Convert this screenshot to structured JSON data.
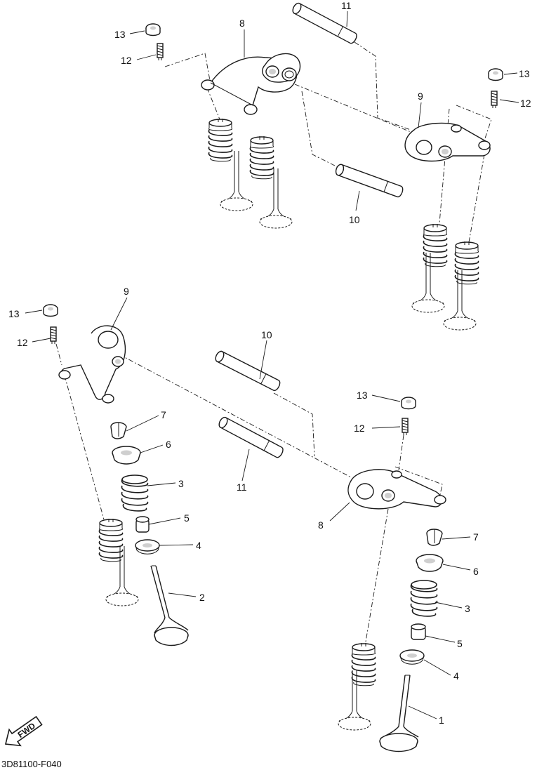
{
  "diagram": {
    "part_code": "3D81100-F040",
    "fwd_label": "FWD",
    "callouts": [
      {
        "id": "t13",
        "label": "13"
      },
      {
        "id": "t12",
        "label": "12"
      },
      {
        "id": "t8",
        "label": "8"
      },
      {
        "id": "t11",
        "label": "11"
      },
      {
        "id": "t13r",
        "label": "13"
      },
      {
        "id": "t12r",
        "label": "12"
      },
      {
        "id": "t9",
        "label": "9"
      },
      {
        "id": "t10",
        "label": "10"
      },
      {
        "id": "b13",
        "label": "13"
      },
      {
        "id": "b12",
        "label": "12"
      },
      {
        "id": "b9",
        "label": "9"
      },
      {
        "id": "b10",
        "label": "10"
      },
      {
        "id": "b7",
        "label": "7"
      },
      {
        "id": "b6",
        "label": "6"
      },
      {
        "id": "b3",
        "label": "3"
      },
      {
        "id": "b11",
        "label": "11"
      },
      {
        "id": "b5",
        "label": "5"
      },
      {
        "id": "b4",
        "label": "4"
      },
      {
        "id": "b2",
        "label": "2"
      },
      {
        "id": "b13r",
        "label": "13"
      },
      {
        "id": "b12r",
        "label": "12"
      },
      {
        "id": "b8",
        "label": "8"
      },
      {
        "id": "b7r",
        "label": "7"
      },
      {
        "id": "b6r",
        "label": "6"
      },
      {
        "id": "b3r",
        "label": "3"
      },
      {
        "id": "b5r",
        "label": "5"
      },
      {
        "id": "b4r",
        "label": "4"
      },
      {
        "id": "b1",
        "label": "1"
      }
    ]
  }
}
